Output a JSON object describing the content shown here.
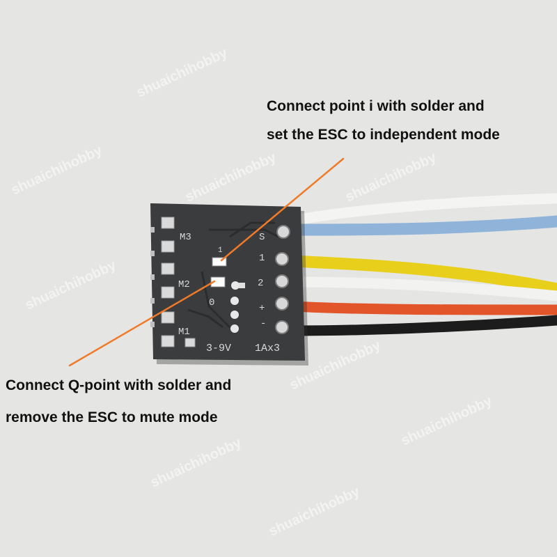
{
  "annotations": {
    "independent_mode": {
      "line1": "Connect point i with solder and",
      "line2": "set the ESC to independent mode"
    },
    "mute_mode": {
      "line1": "Connect Q-point with solder and",
      "line2": "remove the ESC to mute mode"
    }
  },
  "board": {
    "label_m3": "M3",
    "label_m2": "M2",
    "label_m1": "M1",
    "label_1": "1",
    "label_0": "0",
    "label_s": "S",
    "label_1b": "1",
    "label_2": "2",
    "label_plus": "+",
    "label_minus": "-",
    "label_voltage": "3-9V",
    "label_current": "1Ax3"
  },
  "watermark": "shuaichihobby",
  "colors": {
    "background": "#e6e6e4",
    "pcb": "#3b3c3e",
    "arrow": "#f07a28",
    "wire_blue": "#8fb3d9",
    "wire_yellow": "#e8cf1c",
    "wire_white": "#f2f2f0",
    "wire_red": "#e2542a",
    "wire_black": "#1c1c1c"
  }
}
